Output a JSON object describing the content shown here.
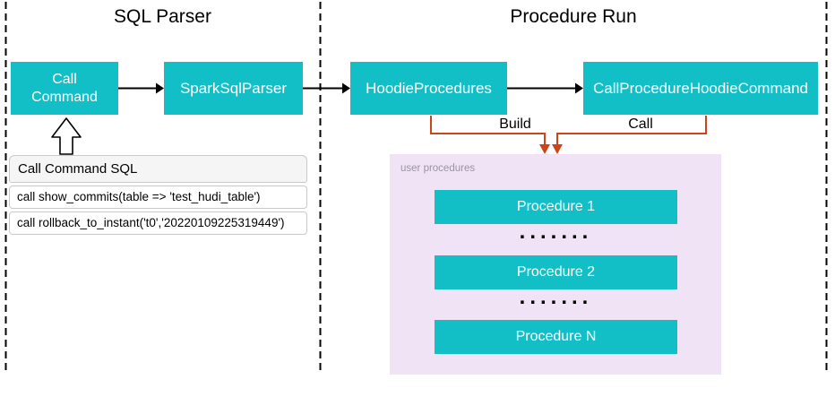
{
  "sections": {
    "sql_parser": {
      "title": "SQL Parser"
    },
    "procedure_run": {
      "title": "Procedure Run"
    }
  },
  "nodes": {
    "call_command": "Call Command",
    "spark_sql_parser": "SparkSqlParser",
    "hoodie_procedures": "HoodieProcedures",
    "call_procedure_hoodie_command": "CallProcedureHoodieCommand"
  },
  "edge_labels": {
    "build": "Build",
    "call": "Call"
  },
  "sql_table": {
    "header": "Call Command SQL",
    "rows": [
      "call show_commits(table => 'test_hudi_table')",
      "call rollback_to_instant('t0','20220109225319449')"
    ]
  },
  "user_procedures": {
    "label": "user procedures",
    "items": [
      "Procedure 1",
      "Procedure 2",
      "Procedure N"
    ],
    "dots": "......."
  },
  "colors": {
    "node_teal": "#13bfc7",
    "connector_orange": "#ce4419",
    "user_procedures_bg": "#f0e3f6",
    "table_header_bg": "#f5f5f5",
    "table_border": "#c9c9c9",
    "muted_label_text": "#9a93a2",
    "arrow_black": "#000000"
  }
}
